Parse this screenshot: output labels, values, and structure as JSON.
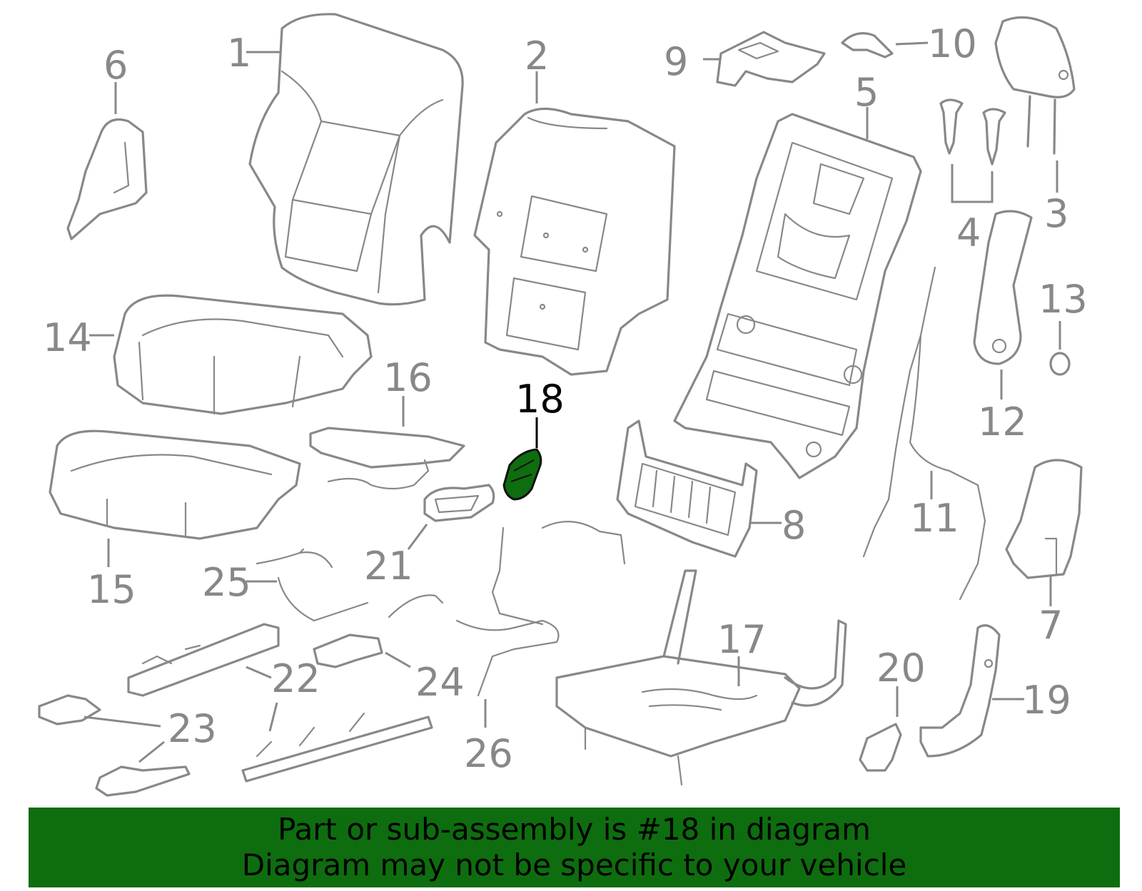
{
  "callouts": [
    {
      "id": "1",
      "label": "1"
    },
    {
      "id": "2",
      "label": "2"
    },
    {
      "id": "3",
      "label": "3"
    },
    {
      "id": "4",
      "label": "4"
    },
    {
      "id": "5",
      "label": "5"
    },
    {
      "id": "6",
      "label": "6"
    },
    {
      "id": "7",
      "label": "7"
    },
    {
      "id": "8",
      "label": "8"
    },
    {
      "id": "9",
      "label": "9"
    },
    {
      "id": "10",
      "label": "10"
    },
    {
      "id": "11",
      "label": "11"
    },
    {
      "id": "12",
      "label": "12"
    },
    {
      "id": "13",
      "label": "13"
    },
    {
      "id": "14",
      "label": "14"
    },
    {
      "id": "15",
      "label": "15"
    },
    {
      "id": "16",
      "label": "16"
    },
    {
      "id": "17",
      "label": "17"
    },
    {
      "id": "18",
      "label": "18",
      "highlighted": true
    },
    {
      "id": "19",
      "label": "19"
    },
    {
      "id": "20",
      "label": "20"
    },
    {
      "id": "21",
      "label": "21"
    },
    {
      "id": "22",
      "label": "22"
    },
    {
      "id": "23",
      "label": "23"
    },
    {
      "id": "24",
      "label": "24"
    },
    {
      "id": "25",
      "label": "25"
    },
    {
      "id": "26",
      "label": "26"
    }
  ],
  "banner": {
    "line1": "Part or sub-assembly is #18 in diagram",
    "line2": "Diagram may not be specific to your vehicle"
  },
  "colors": {
    "outline": "#888888",
    "highlight": "#0e6d0e",
    "banner_bg": "#0e6d0e",
    "banner_text": "#000000"
  }
}
